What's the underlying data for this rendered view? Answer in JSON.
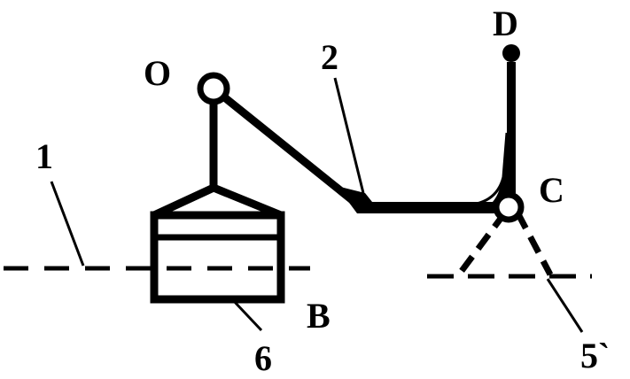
{
  "labels": {
    "O": "O",
    "D": "D",
    "C": "C",
    "B": "B",
    "n1": "1",
    "n2": "2",
    "n5": "5`",
    "n6": "6"
  },
  "colors": {
    "stroke": "#000000",
    "background": "#ffffff"
  },
  "icons": {
    "pivot": "hollow-circle",
    "tip": "filled-circle"
  }
}
